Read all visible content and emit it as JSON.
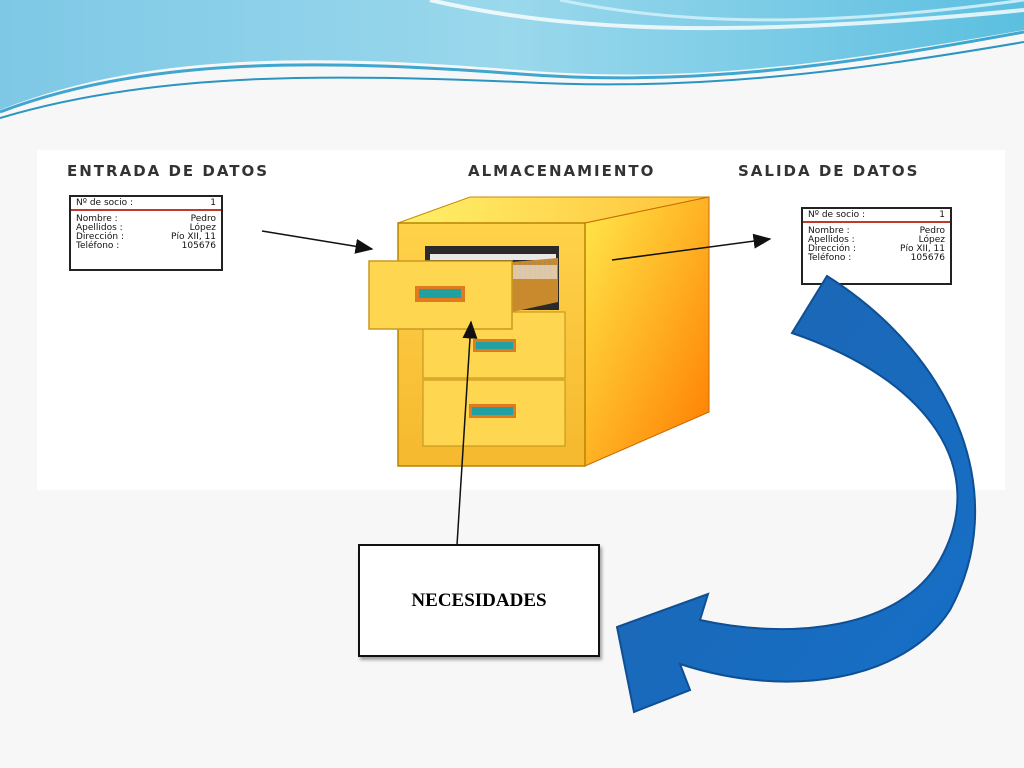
{
  "headings": {
    "input": "ENTRADA DE DATOS",
    "storage": "ALMACENAMIENTO",
    "output": "SALIDA DE DATOS"
  },
  "record_input": {
    "member_label": "Nº de socio :",
    "member_value": "1",
    "name_label": "Nombre :",
    "name_value": "Pedro",
    "surname_label": "Apellidos :",
    "surname_value": "López",
    "address_label": "Dirección :",
    "address_value": "Pío XII, 11",
    "phone_label": "Teléfono :",
    "phone_value": "105676"
  },
  "record_output": {
    "member_label": "Nº de socio :",
    "member_value": "1",
    "name_label": "Nombre :",
    "name_value": "Pedro",
    "surname_label": "Apellidos :",
    "surname_value": "López",
    "address_label": "Dirección :",
    "address_value": "Pío XII, 11",
    "phone_label": "Teléfono :",
    "phone_value": "105676"
  },
  "needs_box": {
    "label": "NECESIDADES"
  },
  "colors": {
    "cabinet_front": "#fed64a",
    "cabinet_side": "#ff8c00",
    "handle": "#20a0a0",
    "curved_arrow": "#1b6bbf",
    "header_wave": "#4fb4d8"
  }
}
